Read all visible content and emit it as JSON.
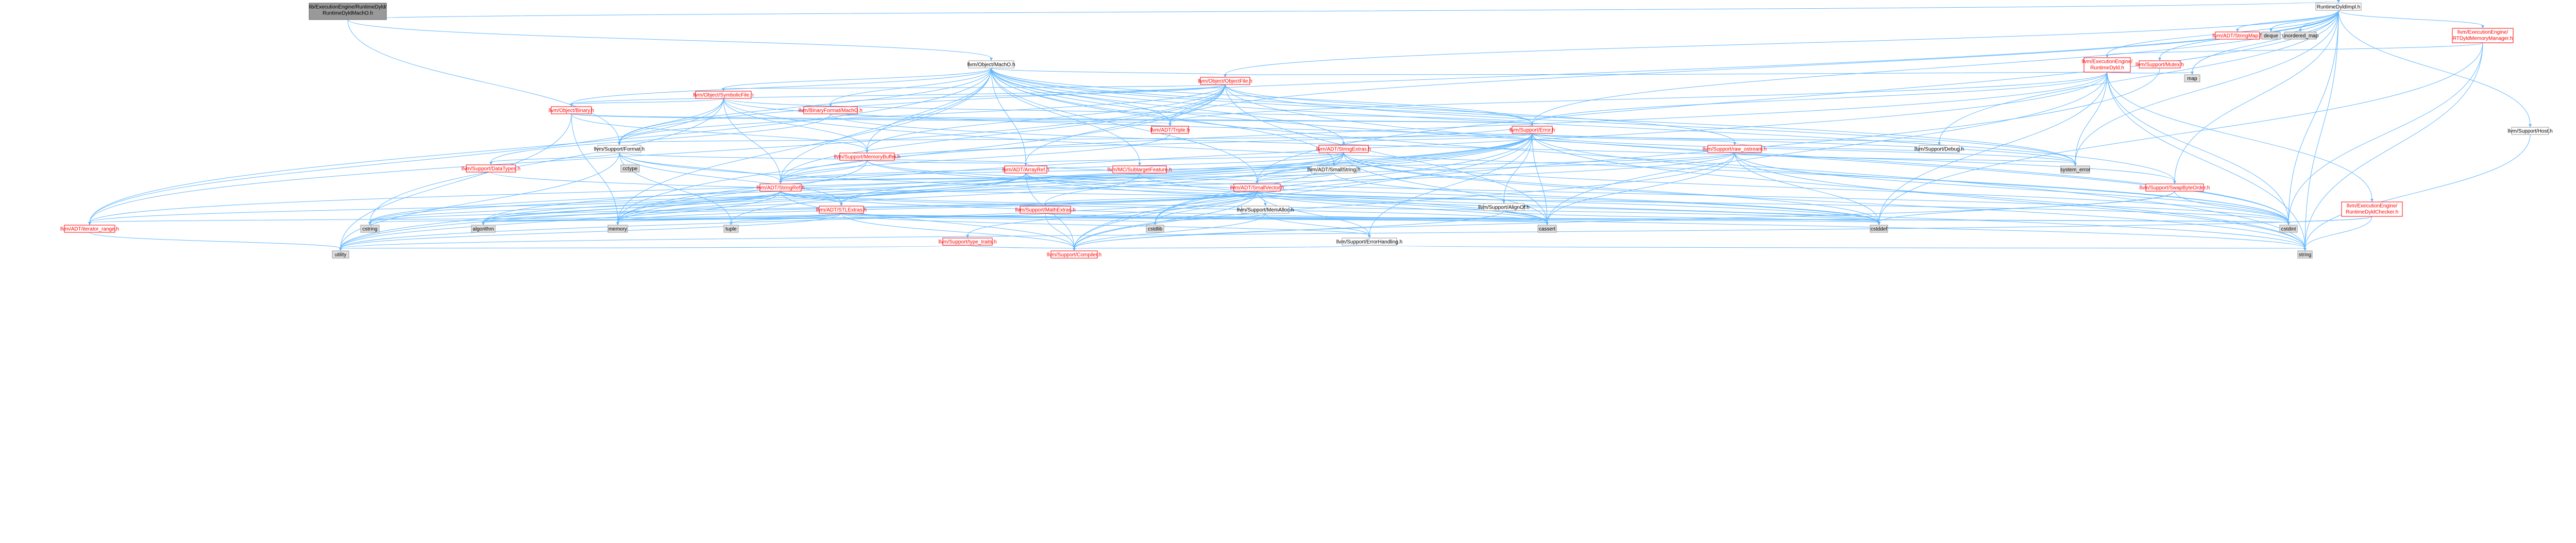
{
  "colors": {
    "edge": "#63b8ff",
    "root_fill": "#999999",
    "root_stroke": "#666666",
    "node_fill": "#ffffff",
    "node_stroke_red": "#ff0000",
    "node_text_red": "#ff0000",
    "node_stroke_grey": "#999999",
    "node_text": "#000000",
    "system_fill": "#e0e0e0",
    "system_stroke": "#999999"
  },
  "nodes": [
    {
      "id": "root",
      "label": "lib/ExecutionEngine/RuntimeDyld/RuntimeDyldMachO.h",
      "kind": "root"
    },
    {
      "id": "rdi",
      "label": "RuntimeDyldImpl.h",
      "kind": "plain"
    },
    {
      "id": "machoh",
      "label": "llvm/Object/MachO.h",
      "kind": "plain"
    },
    {
      "id": "format",
      "label": "llvm/Support/Format.h",
      "kind": "plain"
    },
    {
      "id": "stringmap",
      "label": "llvm/ADT/StringMap.h",
      "kind": "red"
    },
    {
      "id": "deque",
      "label": "deque",
      "kind": "system"
    },
    {
      "id": "unordered_map",
      "label": "unordered_map",
      "kind": "system"
    },
    {
      "id": "jitmm",
      "label": "llvm/ExecutionEngine/RTDyldMemoryManager.h",
      "kind": "red"
    },
    {
      "id": "rtdyld",
      "label": "llvm/ExecutionEngine/RuntimeDyld.h",
      "kind": "red"
    },
    {
      "id": "mutex",
      "label": "llvm/Support/Mutex.h",
      "kind": "red"
    },
    {
      "id": "map",
      "label": "map",
      "kind": "system"
    },
    {
      "id": "objfile",
      "label": "llvm/Object/ObjectFile.h",
      "kind": "red"
    },
    {
      "id": "host",
      "label": "llvm/Support/Host.h",
      "kind": "plain"
    },
    {
      "id": "symfile",
      "label": "llvm/Object/SymbolicFile.h",
      "kind": "red"
    },
    {
      "id": "binary",
      "label": "llvm/Object/Binary.h",
      "kind": "red"
    },
    {
      "id": "bfmacho",
      "label": "llvm/BinaryFormat/MachO.h",
      "kind": "red"
    },
    {
      "id": "triple",
      "label": "llvm/ADT/Triple.h",
      "kind": "red"
    },
    {
      "id": "error",
      "label": "llvm/Support/Error.h",
      "kind": "red"
    },
    {
      "id": "stringextras",
      "label": "llvm/ADT/StringExtras.h",
      "kind": "red"
    },
    {
      "id": "rawostream",
      "label": "llvm/Support/raw_ostream.h",
      "kind": "red"
    },
    {
      "id": "debug",
      "label": "llvm/Support/Debug.h",
      "kind": "plain"
    },
    {
      "id": "memorybuffer",
      "label": "llvm/Support/MemoryBuffer.h",
      "kind": "red"
    },
    {
      "id": "datatypes",
      "label": "llvm/Support/DataTypes.h",
      "kind": "red"
    },
    {
      "id": "cctype",
      "label": "cctype",
      "kind": "system"
    },
    {
      "id": "subtarget",
      "label": "llvm/MC/SubtargetFeature.h",
      "kind": "red"
    },
    {
      "id": "smallstring",
      "label": "llvm/ADT/SmallString.h",
      "kind": "plain"
    },
    {
      "id": "arrayref",
      "label": "llvm/ADT/ArrayRef.h",
      "kind": "red"
    },
    {
      "id": "system_error",
      "label": "system_error",
      "kind": "system"
    },
    {
      "id": "stringref",
      "label": "llvm/ADT/StringRef.h",
      "kind": "red"
    },
    {
      "id": "smallvector",
      "label": "llvm/ADT/SmallVector.h",
      "kind": "red"
    },
    {
      "id": "swapbyte",
      "label": "llvm/Support/SwapByteOrder.h",
      "kind": "red"
    },
    {
      "id": "dyldchecker",
      "label": "llvm/ExecutionEngine/RuntimeDyldChecker.h",
      "kind": "red"
    },
    {
      "id": "stlextras",
      "label": "llvm/ADT/STLExtras.h",
      "kind": "red"
    },
    {
      "id": "mathextras",
      "label": "llvm/Support/MathExtras.h",
      "kind": "red"
    },
    {
      "id": "memalloc",
      "label": "llvm/Support/MemAlloc.h",
      "kind": "plain"
    },
    {
      "id": "alignof",
      "label": "llvm/Support/AlignOf.h",
      "kind": "plain"
    },
    {
      "id": "iterrange",
      "label": "llvm/ADT/iterator_range.h",
      "kind": "red"
    },
    {
      "id": "cstring",
      "label": "cstring",
      "kind": "system"
    },
    {
      "id": "algorithm",
      "label": "algorithm",
      "kind": "system"
    },
    {
      "id": "memory",
      "label": "memory",
      "kind": "system"
    },
    {
      "id": "tuple",
      "label": "tuple",
      "kind": "system"
    },
    {
      "id": "cstdlib",
      "label": "cstdlib",
      "kind": "system"
    },
    {
      "id": "cassert",
      "label": "cassert",
      "kind": "system"
    },
    {
      "id": "typetraits",
      "label": "llvm/Support/type_traits.h",
      "kind": "red"
    },
    {
      "id": "errorhandling",
      "label": "llvm/Support/ErrorHandling.h",
      "kind": "plain"
    },
    {
      "id": "cstddef",
      "label": "cstddef",
      "kind": "system"
    },
    {
      "id": "cstdint",
      "label": "cstdint",
      "kind": "system"
    },
    {
      "id": "utility",
      "label": "utility",
      "kind": "system"
    },
    {
      "id": "compiler",
      "label": "llvm/Support/Compiler.h",
      "kind": "red"
    },
    {
      "id": "string",
      "label": "string",
      "kind": "system"
    }
  ],
  "edges": [
    [
      "root",
      "rdi"
    ],
    [
      "root",
      "machoh"
    ],
    [
      "root",
      "format"
    ],
    [
      "rdi",
      "stringmap"
    ],
    [
      "rdi",
      "deque"
    ],
    [
      "rdi",
      "unordered_map"
    ],
    [
      "rdi",
      "jitmm"
    ],
    [
      "rdi",
      "rtdyld"
    ],
    [
      "rdi",
      "mutex"
    ],
    [
      "rdi",
      "map"
    ],
    [
      "rdi",
      "objfile"
    ],
    [
      "rdi",
      "host"
    ],
    [
      "rdi",
      "triple"
    ],
    [
      "rdi",
      "error"
    ],
    [
      "rdi",
      "format"
    ],
    [
      "rdi",
      "debug"
    ],
    [
      "rdi",
      "swapbyte"
    ],
    [
      "rdi",
      "system_error"
    ],
    [
      "rdi",
      "smallvector"
    ],
    [
      "rdi",
      "cstdint"
    ],
    [
      "rdi",
      "string"
    ],
    [
      "jitmm",
      "rtdyld"
    ],
    [
      "jitmm",
      "cstddef"
    ],
    [
      "jitmm",
      "cstdint"
    ],
    [
      "jitmm",
      "string"
    ],
    [
      "rtdyld",
      "objfile"
    ],
    [
      "rtdyld",
      "error"
    ],
    [
      "rtdyld",
      "map"
    ],
    [
      "rtdyld",
      "memory"
    ],
    [
      "rtdyld",
      "string"
    ],
    [
      "rtdyld",
      "system_error"
    ],
    [
      "rtdyld",
      "dyldchecker"
    ],
    [
      "rtdyld",
      "stringref"
    ],
    [
      "rtdyld",
      "cstddef"
    ],
    [
      "rtdyld",
      "cstdint"
    ],
    [
      "rtdyld",
      "cassert"
    ],
    [
      "rtdyld",
      "triple"
    ],
    [
      "dyldchecker",
      "cstdint"
    ],
    [
      "dyldchecker",
      "string"
    ],
    [
      "dyldchecker",
      "utility"
    ],
    [
      "mutex",
      "compiler"
    ],
    [
      "host",
      "string"
    ],
    [
      "machoh",
      "objfile"
    ],
    [
      "machoh",
      "symfile"
    ],
    [
      "machoh",
      "binary"
    ],
    [
      "machoh",
      "bfmacho"
    ],
    [
      "machoh",
      "triple"
    ],
    [
      "machoh",
      "error"
    ],
    [
      "machoh",
      "stringextras"
    ],
    [
      "machoh",
      "rawostream"
    ],
    [
      "machoh",
      "memorybuffer"
    ],
    [
      "machoh",
      "format"
    ],
    [
      "machoh",
      "subtarget"
    ],
    [
      "machoh",
      "smallstring"
    ],
    [
      "machoh",
      "arrayref"
    ],
    [
      "machoh",
      "stringref"
    ],
    [
      "machoh",
      "smallvector"
    ],
    [
      "machoh",
      "iterrange"
    ],
    [
      "machoh",
      "system_error"
    ],
    [
      "machoh",
      "cstdint"
    ],
    [
      "machoh",
      "memory"
    ],
    [
      "machoh",
      "string"
    ],
    [
      "machoh",
      "swapbyte"
    ],
    [
      "objfile",
      "symfile"
    ],
    [
      "objfile",
      "binary"
    ],
    [
      "objfile",
      "triple"
    ],
    [
      "objfile",
      "error"
    ],
    [
      "objfile",
      "memorybuffer"
    ],
    [
      "objfile",
      "arrayref"
    ],
    [
      "objfile",
      "stringref"
    ],
    [
      "objfile",
      "iterrange"
    ],
    [
      "objfile",
      "cassert"
    ],
    [
      "objfile",
      "cstdint"
    ],
    [
      "objfile",
      "memory"
    ],
    [
      "objfile",
      "system_error"
    ],
    [
      "objfile",
      "format"
    ],
    [
      "objfile",
      "bfmacho"
    ],
    [
      "symfile",
      "binary"
    ],
    [
      "symfile",
      "error"
    ],
    [
      "symfile",
      "format"
    ],
    [
      "symfile",
      "memorybuffer"
    ],
    [
      "symfile",
      "iterrange"
    ],
    [
      "symfile",
      "cstdint"
    ],
    [
      "symfile",
      "cstring"
    ],
    [
      "symfile",
      "system_error"
    ],
    [
      "symfile",
      "stringref"
    ],
    [
      "binary",
      "triple"
    ],
    [
      "binary",
      "error"
    ],
    [
      "binary",
      "memorybuffer"
    ],
    [
      "binary",
      "memory"
    ],
    [
      "binary",
      "utility"
    ],
    [
      "bfmacho",
      "error"
    ],
    [
      "bfmacho",
      "swapbyte"
    ],
    [
      "bfmacho",
      "datatypes"
    ],
    [
      "triple",
      "stringref"
    ],
    [
      "error",
      "stringextras"
    ],
    [
      "error",
      "rawostream"
    ],
    [
      "error",
      "debug"
    ],
    [
      "error",
      "format"
    ],
    [
      "error",
      "alignof"
    ],
    [
      "error",
      "errorhandling"
    ],
    [
      "error",
      "compiler"
    ],
    [
      "error",
      "system_error"
    ],
    [
      "error",
      "cstdint"
    ],
    [
      "error",
      "cassert"
    ],
    [
      "error",
      "cstdlib"
    ],
    [
      "error",
      "algorithm"
    ],
    [
      "error",
      "memory"
    ],
    [
      "error",
      "string"
    ],
    [
      "error",
      "utility"
    ],
    [
      "error",
      "tuple"
    ],
    [
      "error",
      "smallvector"
    ],
    [
      "error",
      "stlextras"
    ],
    [
      "stringextras",
      "arrayref"
    ],
    [
      "stringextras",
      "smallstring"
    ],
    [
      "stringextras",
      "stringref"
    ],
    [
      "stringextras",
      "cstddef"
    ],
    [
      "stringextras",
      "cstdint"
    ],
    [
      "stringextras",
      "cassert"
    ],
    [
      "stringextras",
      "cstdlib"
    ],
    [
      "stringextras",
      "cstring"
    ],
    [
      "stringextras",
      "string"
    ],
    [
      "stringextras",
      "utility"
    ],
    [
      "stringextras",
      "iterrange"
    ],
    [
      "rawostream",
      "stringref"
    ],
    [
      "rawostream",
      "smallvector"
    ],
    [
      "rawostream",
      "cassert"
    ],
    [
      "rawostream",
      "cstddef"
    ],
    [
      "rawostream",
      "cstdint"
    ],
    [
      "rawostream",
      "cstring"
    ],
    [
      "rawostream",
      "string"
    ],
    [
      "rawostream",
      "system_error"
    ],
    [
      "rawostream",
      "compiler"
    ],
    [
      "debug",
      "rawostream"
    ],
    [
      "memorybuffer",
      "arrayref"
    ],
    [
      "memorybuffer",
      "stringref"
    ],
    [
      "memorybuffer",
      "cstddef"
    ],
    [
      "memorybuffer",
      "cstdint"
    ],
    [
      "memorybuffer",
      "memory"
    ],
    [
      "memorybuffer",
      "error"
    ],
    [
      "format",
      "arrayref"
    ],
    [
      "format",
      "stringref"
    ],
    [
      "format",
      "datatypes"
    ],
    [
      "format",
      "cassert"
    ],
    [
      "format",
      "cstdio"
    ],
    [
      "format",
      "tuple"
    ],
    [
      "format",
      "utility"
    ],
    [
      "format",
      "stlextras"
    ],
    [
      "subtarget",
      "arrayref"
    ],
    [
      "subtarget",
      "stringref"
    ],
    [
      "subtarget",
      "mathextras"
    ],
    [
      "subtarget",
      "string"
    ],
    [
      "subtarget",
      "vector"
    ],
    [
      "smallstring",
      "smallvector"
    ],
    [
      "smallstring",
      "stringref"
    ],
    [
      "smallstring",
      "cstddef"
    ],
    [
      "arrayref",
      "smallvector"
    ],
    [
      "arrayref",
      "stlextras"
    ],
    [
      "arrayref",
      "compiler"
    ],
    [
      "arrayref",
      "algorithm"
    ],
    [
      "arrayref",
      "array"
    ],
    [
      "arrayref",
      "cassert"
    ],
    [
      "arrayref",
      "cstddef"
    ],
    [
      "arrayref",
      "iterator"
    ],
    [
      "arrayref",
      "memory"
    ],
    [
      "arrayref",
      "type_traits"
    ],
    [
      "arrayref",
      "vector"
    ],
    [
      "stringref",
      "stlextras"
    ],
    [
      "stringref",
      "iterrange"
    ],
    [
      "stringref",
      "compiler"
    ],
    [
      "stringref",
      "algorithm"
    ],
    [
      "stringref",
      "cassert"
    ],
    [
      "stringref",
      "cstddef"
    ],
    [
      "stringref",
      "cstring"
    ],
    [
      "stringref",
      "limits"
    ],
    [
      "stringref",
      "string"
    ],
    [
      "stringref",
      "type_traits"
    ],
    [
      "stringref",
      "utility"
    ],
    [
      "smallvector",
      "compiler"
    ],
    [
      "smallvector",
      "mathextras"
    ],
    [
      "smallvector",
      "memalloc"
    ],
    [
      "smallvector",
      "typetraits"
    ],
    [
      "smallvector",
      "errorhandling"
    ],
    [
      "smallvector",
      "algorithm"
    ],
    [
      "smallvector",
      "cassert"
    ],
    [
      "smallvector",
      "cstddef"
    ],
    [
      "smallvector",
      "cstdlib"
    ],
    [
      "smallvector",
      "cstring"
    ],
    [
      "smallvector",
      "memory"
    ],
    [
      "smallvector",
      "utility"
    ],
    [
      "smallvector",
      "alignof"
    ],
    [
      "swapbyte",
      "cstddef"
    ],
    [
      "swapbyte",
      "cstdint"
    ],
    [
      "swapbyte",
      "compiler"
    ],
    [
      "stlextras",
      "iterrange"
    ],
    [
      "stlextras",
      "errorhandling"
    ],
    [
      "stlextras",
      "compiler"
    ],
    [
      "stlextras",
      "algorithm"
    ],
    [
      "stlextras",
      "cassert"
    ],
    [
      "stlextras",
      "cstddef"
    ],
    [
      "stlextras",
      "cstdint"
    ],
    [
      "stlextras",
      "cstdlib"
    ],
    [
      "stlextras",
      "memory"
    ],
    [
      "stlextras",
      "tuple"
    ],
    [
      "stlextras",
      "utility"
    ],
    [
      "mathextras",
      "compiler"
    ],
    [
      "mathextras",
      "cassert"
    ],
    [
      "mathextras",
      "cstdint"
    ],
    [
      "mathextras",
      "algorithm"
    ],
    [
      "mathextras",
      "cstring"
    ],
    [
      "memalloc",
      "compiler"
    ],
    [
      "memalloc",
      "errorhandling"
    ],
    [
      "memalloc",
      "cstdlib"
    ],
    [
      "alignof",
      "compiler"
    ],
    [
      "alignof",
      "cstddef"
    ],
    [
      "iterrange",
      "utility"
    ],
    [
      "typetraits",
      "compiler"
    ],
    [
      "typetraits",
      "utility"
    ],
    [
      "errorhandling",
      "compiler"
    ],
    [
      "errorhandling",
      "string"
    ],
    [
      "datatypes",
      "cstdint"
    ]
  ]
}
